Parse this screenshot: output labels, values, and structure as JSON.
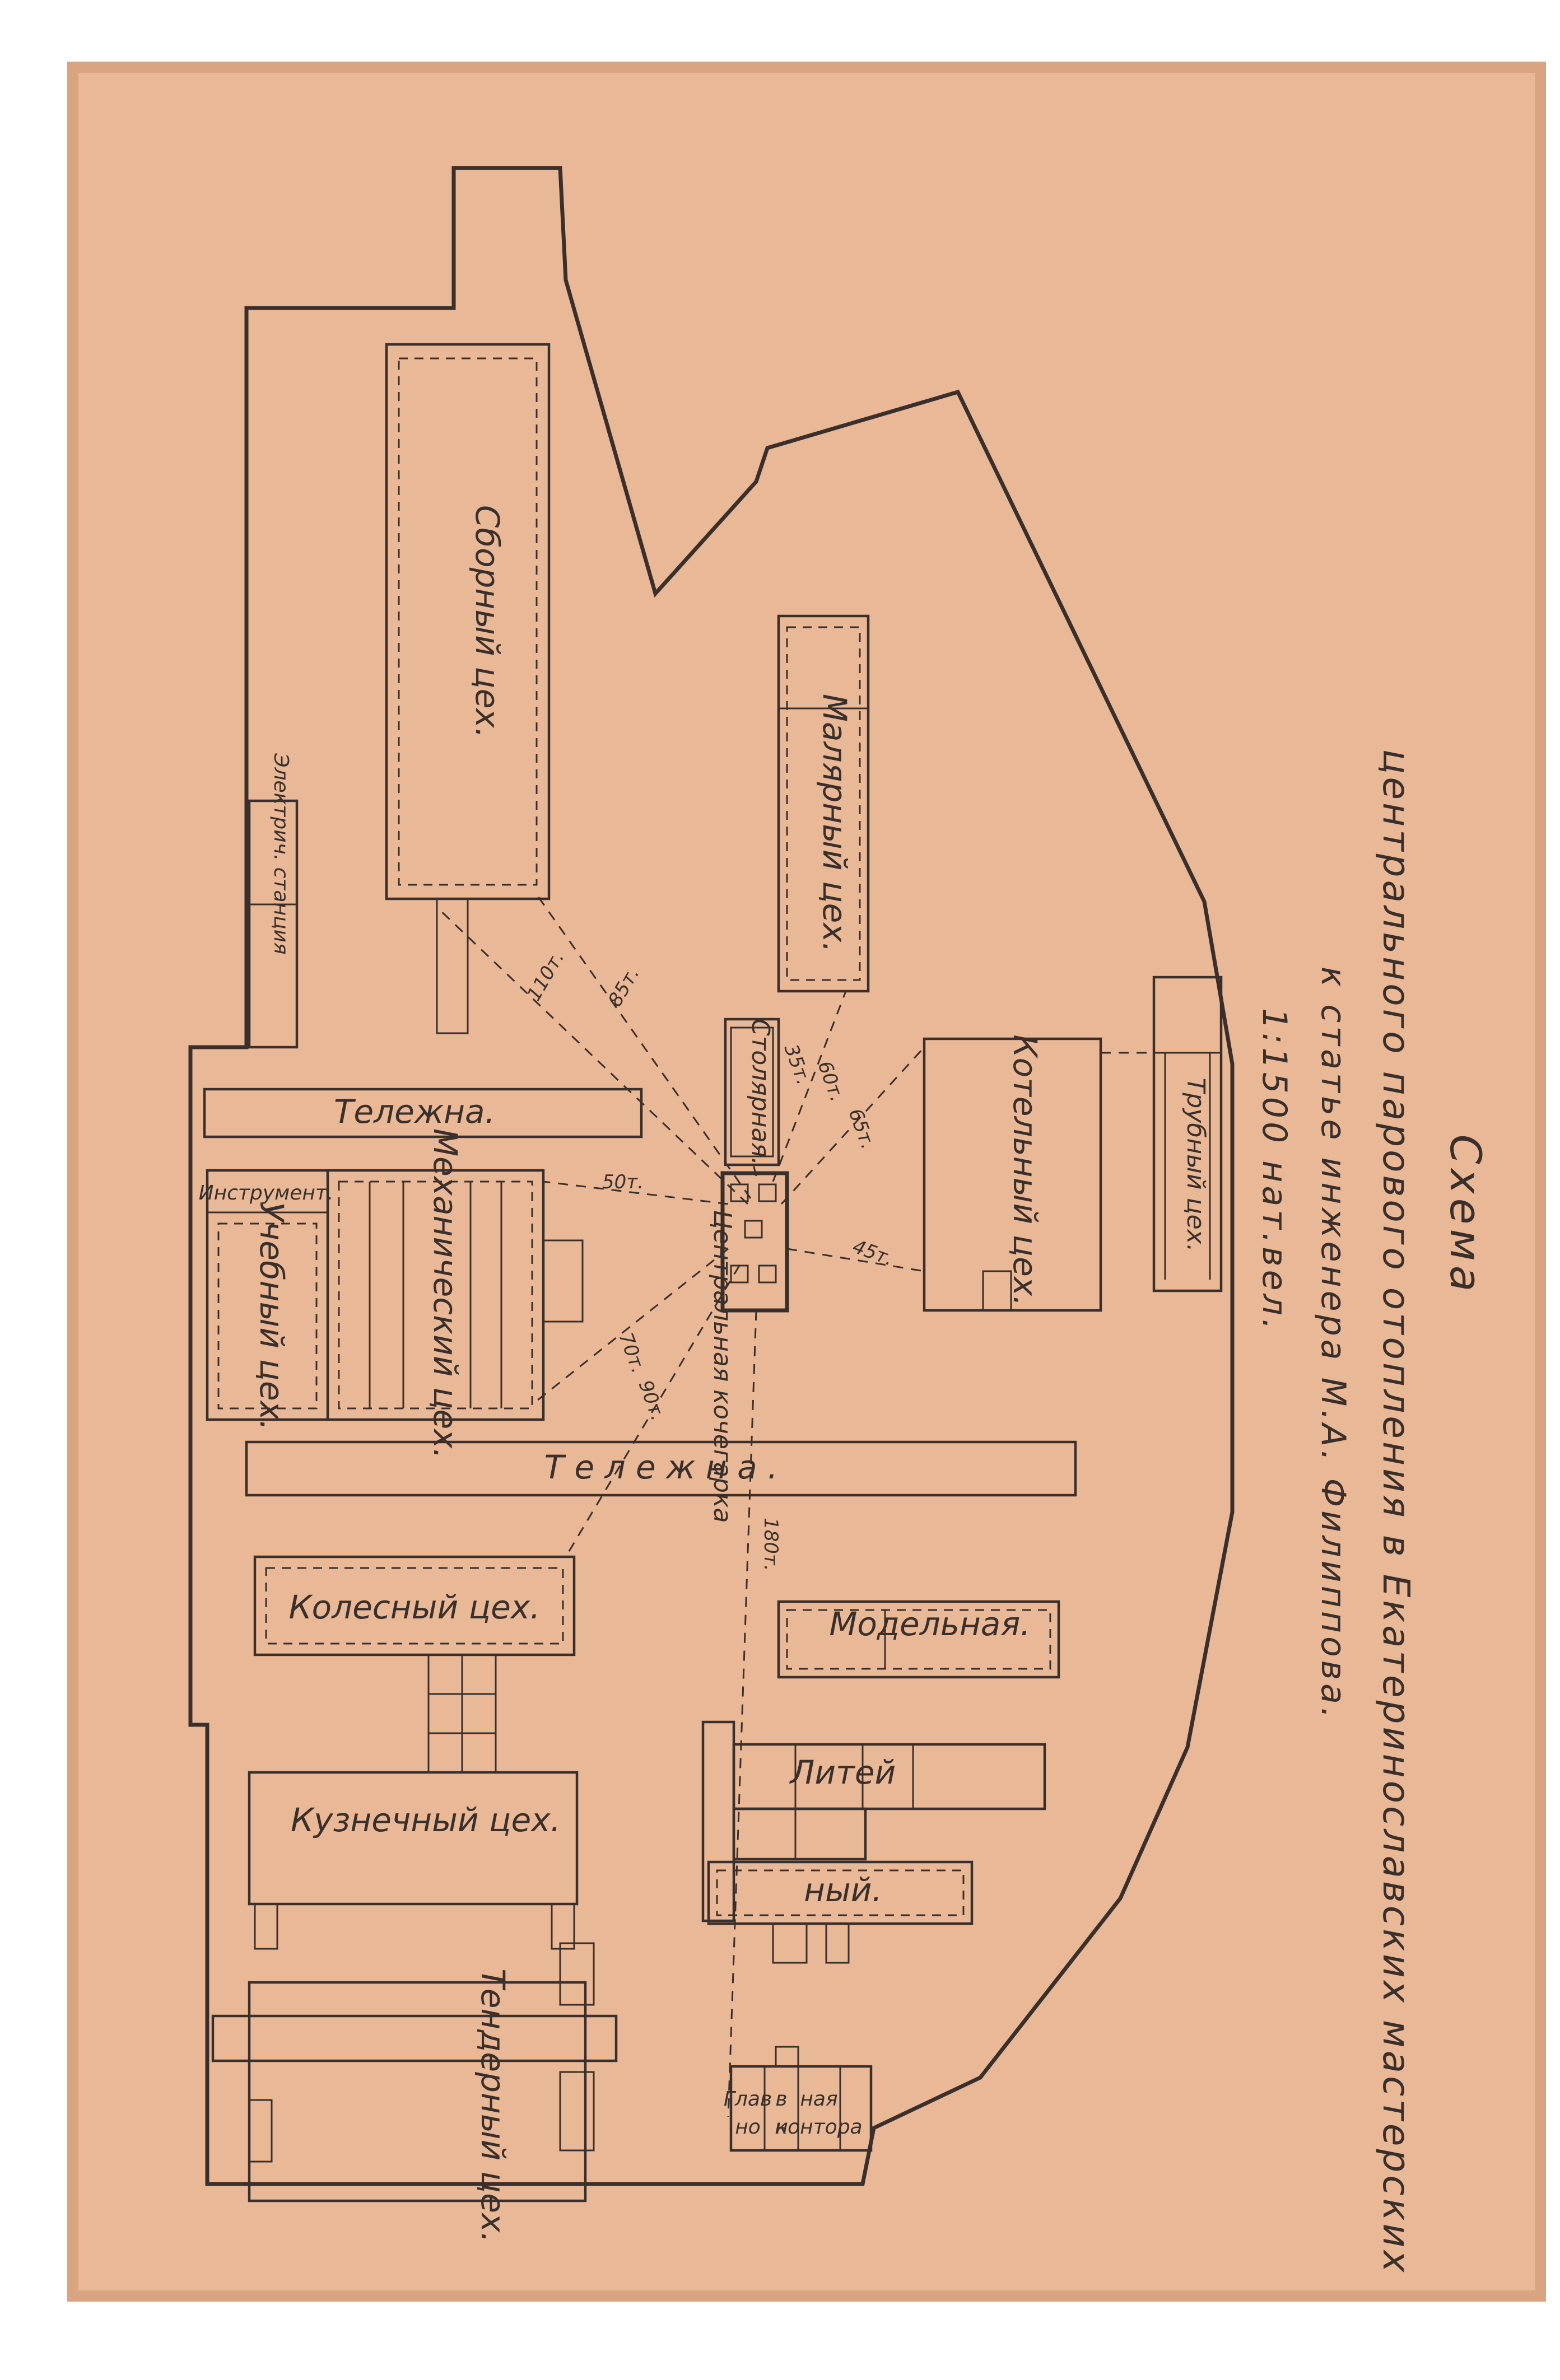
{
  "title": {
    "line1": "Схема",
    "line2": "центрального парового отопления в Екатеринославских мастерских",
    "line3": "к статье инженера М.А. Филиппова.",
    "scale": "1:1500 нат.вел."
  },
  "buildings": {
    "sborny": "Сборный цех.",
    "electro": "Электрич. станция",
    "telezhna_top": "Тележна.",
    "instrument": "Инструмент.",
    "uchebny": "Учебный цех.",
    "mechanical": "Механический цех.",
    "telezhna_mid": "Т е л е ж н а .",
    "kolesny": "Колесный цех.",
    "kuznechny": "Кузнечный цех.",
    "tenderny": "Тендерный цех.",
    "malyarny": "Малярный цех.",
    "stolyarnaya": "Столярная.",
    "kotelny": "Котельный цех.",
    "trubny": "Трубный цех.",
    "central_boiler": "Центральная кочегарка",
    "modelnaya": "Модельная.",
    "liteiny_1": "Литей",
    "liteiny_2": "ный.",
    "glavnaya_1": "Глав",
    "glavnaya_2": "ная",
    "glavnaya_3": "контора",
    "glavnaya_4": "в",
    "glavnaya_5": "но",
    "glavnaya_6": "н"
  },
  "distances": {
    "d110": "110т.",
    "d85": "85т.",
    "d50": "50т.",
    "d70": "70т.",
    "d90": "90т.",
    "d180": "180т.",
    "d35": "35т.",
    "d60": "60т.",
    "d65": "65т.",
    "d45": "45т."
  },
  "colors": {
    "paper": "#e9b897",
    "ink": "#3a2f2a"
  }
}
